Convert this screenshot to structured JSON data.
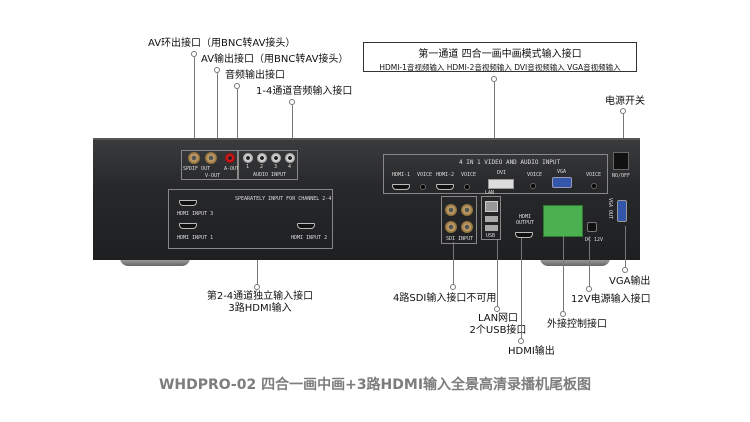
{
  "callouts_top": {
    "av_loop_out": "AV环出接口（用BNC转AV接头）",
    "av_out": "AV输出接口（用BNC转AV接头）",
    "audio_out": "音频输出接口",
    "audio_in": "1-4通道音频输入接口",
    "pip_box_title": "第一通道 四合一画中画模式输入接口",
    "pip_box_items": "HDMI-1音视频输入  HDMI-2音视频输入  DVI音视频输入  VGA音视频输入",
    "power_switch": "电源开关"
  },
  "callouts_bottom": {
    "hdmi_in_line1": "第2-4通道独立输入接口",
    "hdmi_in_line2": "3路HDMI输入",
    "sdi": "4路SDI输入接口不可用",
    "lan": "LAN网口",
    "usb": "2个USB接口",
    "hdmi_out": "HDMI输出",
    "control": "外接控制接口",
    "power_in": "12V电源输入接口",
    "vga_out": "VGA输出"
  },
  "device": {
    "spdif": "SPDIF OUT",
    "vout": "V-OUT",
    "aout": "A-OUT",
    "audio_input": "AUDIO INPUT",
    "ch": [
      "1",
      "2",
      "3",
      "4"
    ],
    "pip_panel": "4 IN 1 VIDEO AND AUDIO INPUT",
    "hdmi1": "HDMI-1",
    "voice": "VOICE",
    "hdmi2": "HDMI-2",
    "dvi": "DVI",
    "vga": "VGA",
    "sep_panel": "SPEARATELY INPUT FOR CHANNEL 2-4",
    "hdmi_input3": "HDMI INPUT 3",
    "hdmi_input1": "HDMI INPUT 1",
    "hdmi_input2": "HDMI INPUT 2",
    "sdi_input": "SDI INPUT",
    "lan": "LAN",
    "usb": "USB",
    "hdmi_output": "HDMI OUTPUT",
    "dc": "DC 12V",
    "onoff": "NO/OFF",
    "vga_out": "VGA OUT"
  },
  "title": "WHDPRO-02  四合一画中画+3路HDMI输入全景高清录播机尾板图"
}
